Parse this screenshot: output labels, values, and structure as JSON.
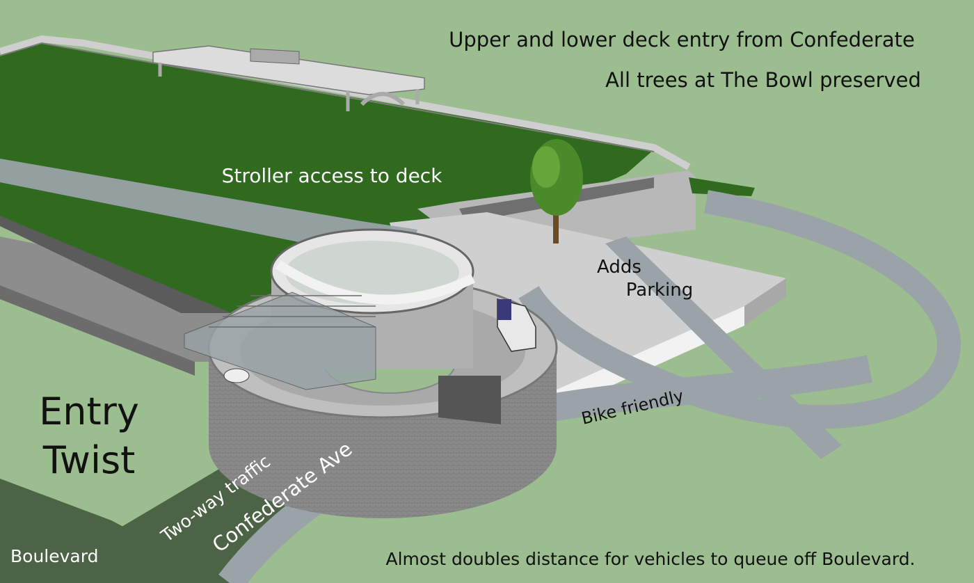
{
  "title": {
    "line1": "Entry",
    "line2": "Twist"
  },
  "notes": {
    "upper_lower": "Upper and lower deck entry from Confederate",
    "trees": "All trees at The Bowl preserved",
    "queue": "Almost doubles distance for vehicles to queue off Boulevard."
  },
  "labels": {
    "stroller": "Stroller access to deck",
    "adds": "Adds",
    "parking": "Parking",
    "bike": "Bike friendly",
    "two_way": "Two-way traffic",
    "confederate": "Confederate Ave",
    "boulevard": "Boulevard"
  },
  "colors": {
    "background": "#9cbd8f",
    "field": "#2f6a1e",
    "road_dark": "#4d6346",
    "path": "#9aa3a8",
    "structure": "#c9c9c9",
    "text_dark": "#111111",
    "text_light": "#ffffff"
  }
}
